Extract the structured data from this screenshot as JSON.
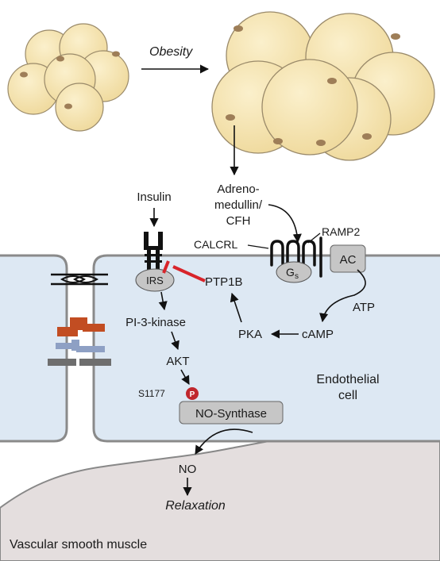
{
  "labels": {
    "obesity": "Obesity",
    "adreno_1": "Adreno-",
    "adreno_2": "medullin/",
    "adreno_3": "CFH",
    "insulin": "Insulin",
    "ramp2": "RAMP2",
    "calcrl": "CALCRL",
    "irs": "IRS",
    "ptp1b": "PTP1B",
    "gs_main": "G",
    "gs_sub": "s",
    "ac": "AC",
    "atp": "ATP",
    "pi3k": "PI-3-kinase",
    "pka": "PKA",
    "camp": "cAMP",
    "akt": "AKT",
    "s1177": "S1177",
    "phospho": "P",
    "nos": "NO-Synthase",
    "endothelial_1": "Endothelial",
    "endothelial_2": "cell",
    "no": "NO",
    "relaxation": "Relaxation",
    "vsm": "Vascular smooth muscle"
  },
  "colors": {
    "fat_cell_fill": "#f6e6b2",
    "fat_cell_stroke": "#9a8a6a",
    "nucleus": "#9e7e58",
    "cell_fill": "#dde8f3",
    "membrane": "#8a8a8a",
    "muscle_fill": "#e4dede",
    "box_fill": "#c6c6c6",
    "inhibition": "#d8242a",
    "phospho": "#c0272d",
    "junction_orange": "#c24d22",
    "junction_blue": "#8ea0c4",
    "junction_gray": "#6e6e6e"
  }
}
